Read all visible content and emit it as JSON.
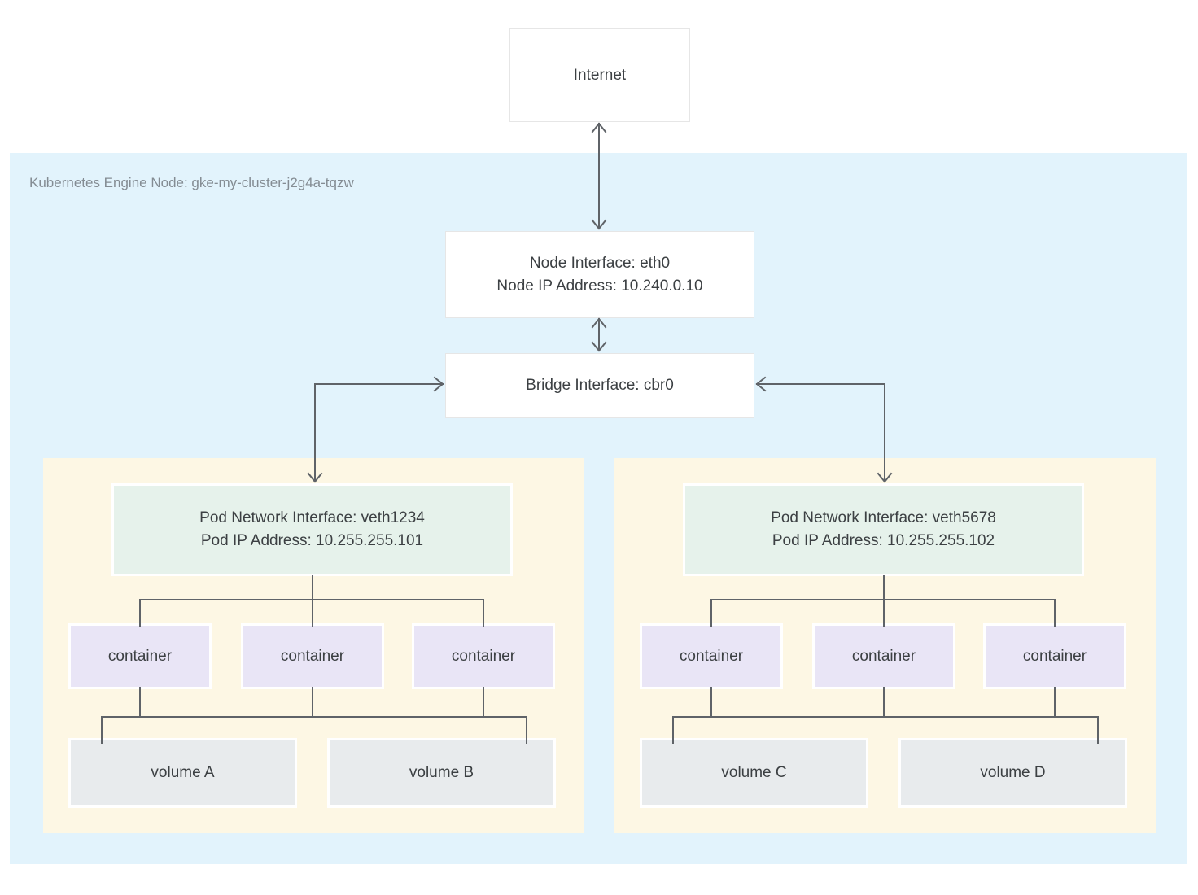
{
  "colors": {
    "node_region_bg": "#e2f3fc",
    "pod_bg": "#fdf7e4",
    "interface_bg": "#e6f2eb",
    "container_bg": "#e9e5f6",
    "volume_bg": "#e8ebed",
    "wire": "#5f6368",
    "box_border": "#e6e6e6",
    "text": "#3c4043",
    "region_label_text": "#848c93"
  },
  "internet": {
    "label": "Internet"
  },
  "node": {
    "label": "Kubernetes Engine Node: gke-my-cluster-j2g4a-tqzw",
    "interface": {
      "line1": "Node Interface: eth0",
      "line2": "Node IP Address: 10.240.0.10"
    },
    "bridge": {
      "label": "Bridge Interface: cbr0"
    }
  },
  "pods": [
    {
      "interface": {
        "line1": "Pod Network Interface: veth1234",
        "line2": "Pod IP Address: 10.255.255.101"
      },
      "containers": [
        "container",
        "container",
        "container"
      ],
      "volumes": [
        "volume A",
        "volume B"
      ]
    },
    {
      "interface": {
        "line1": "Pod Network Interface: veth5678",
        "line2": "Pod IP Address: 10.255.255.102"
      },
      "containers": [
        "container",
        "container",
        "container"
      ],
      "volumes": [
        "volume C",
        "volume D"
      ]
    }
  ]
}
